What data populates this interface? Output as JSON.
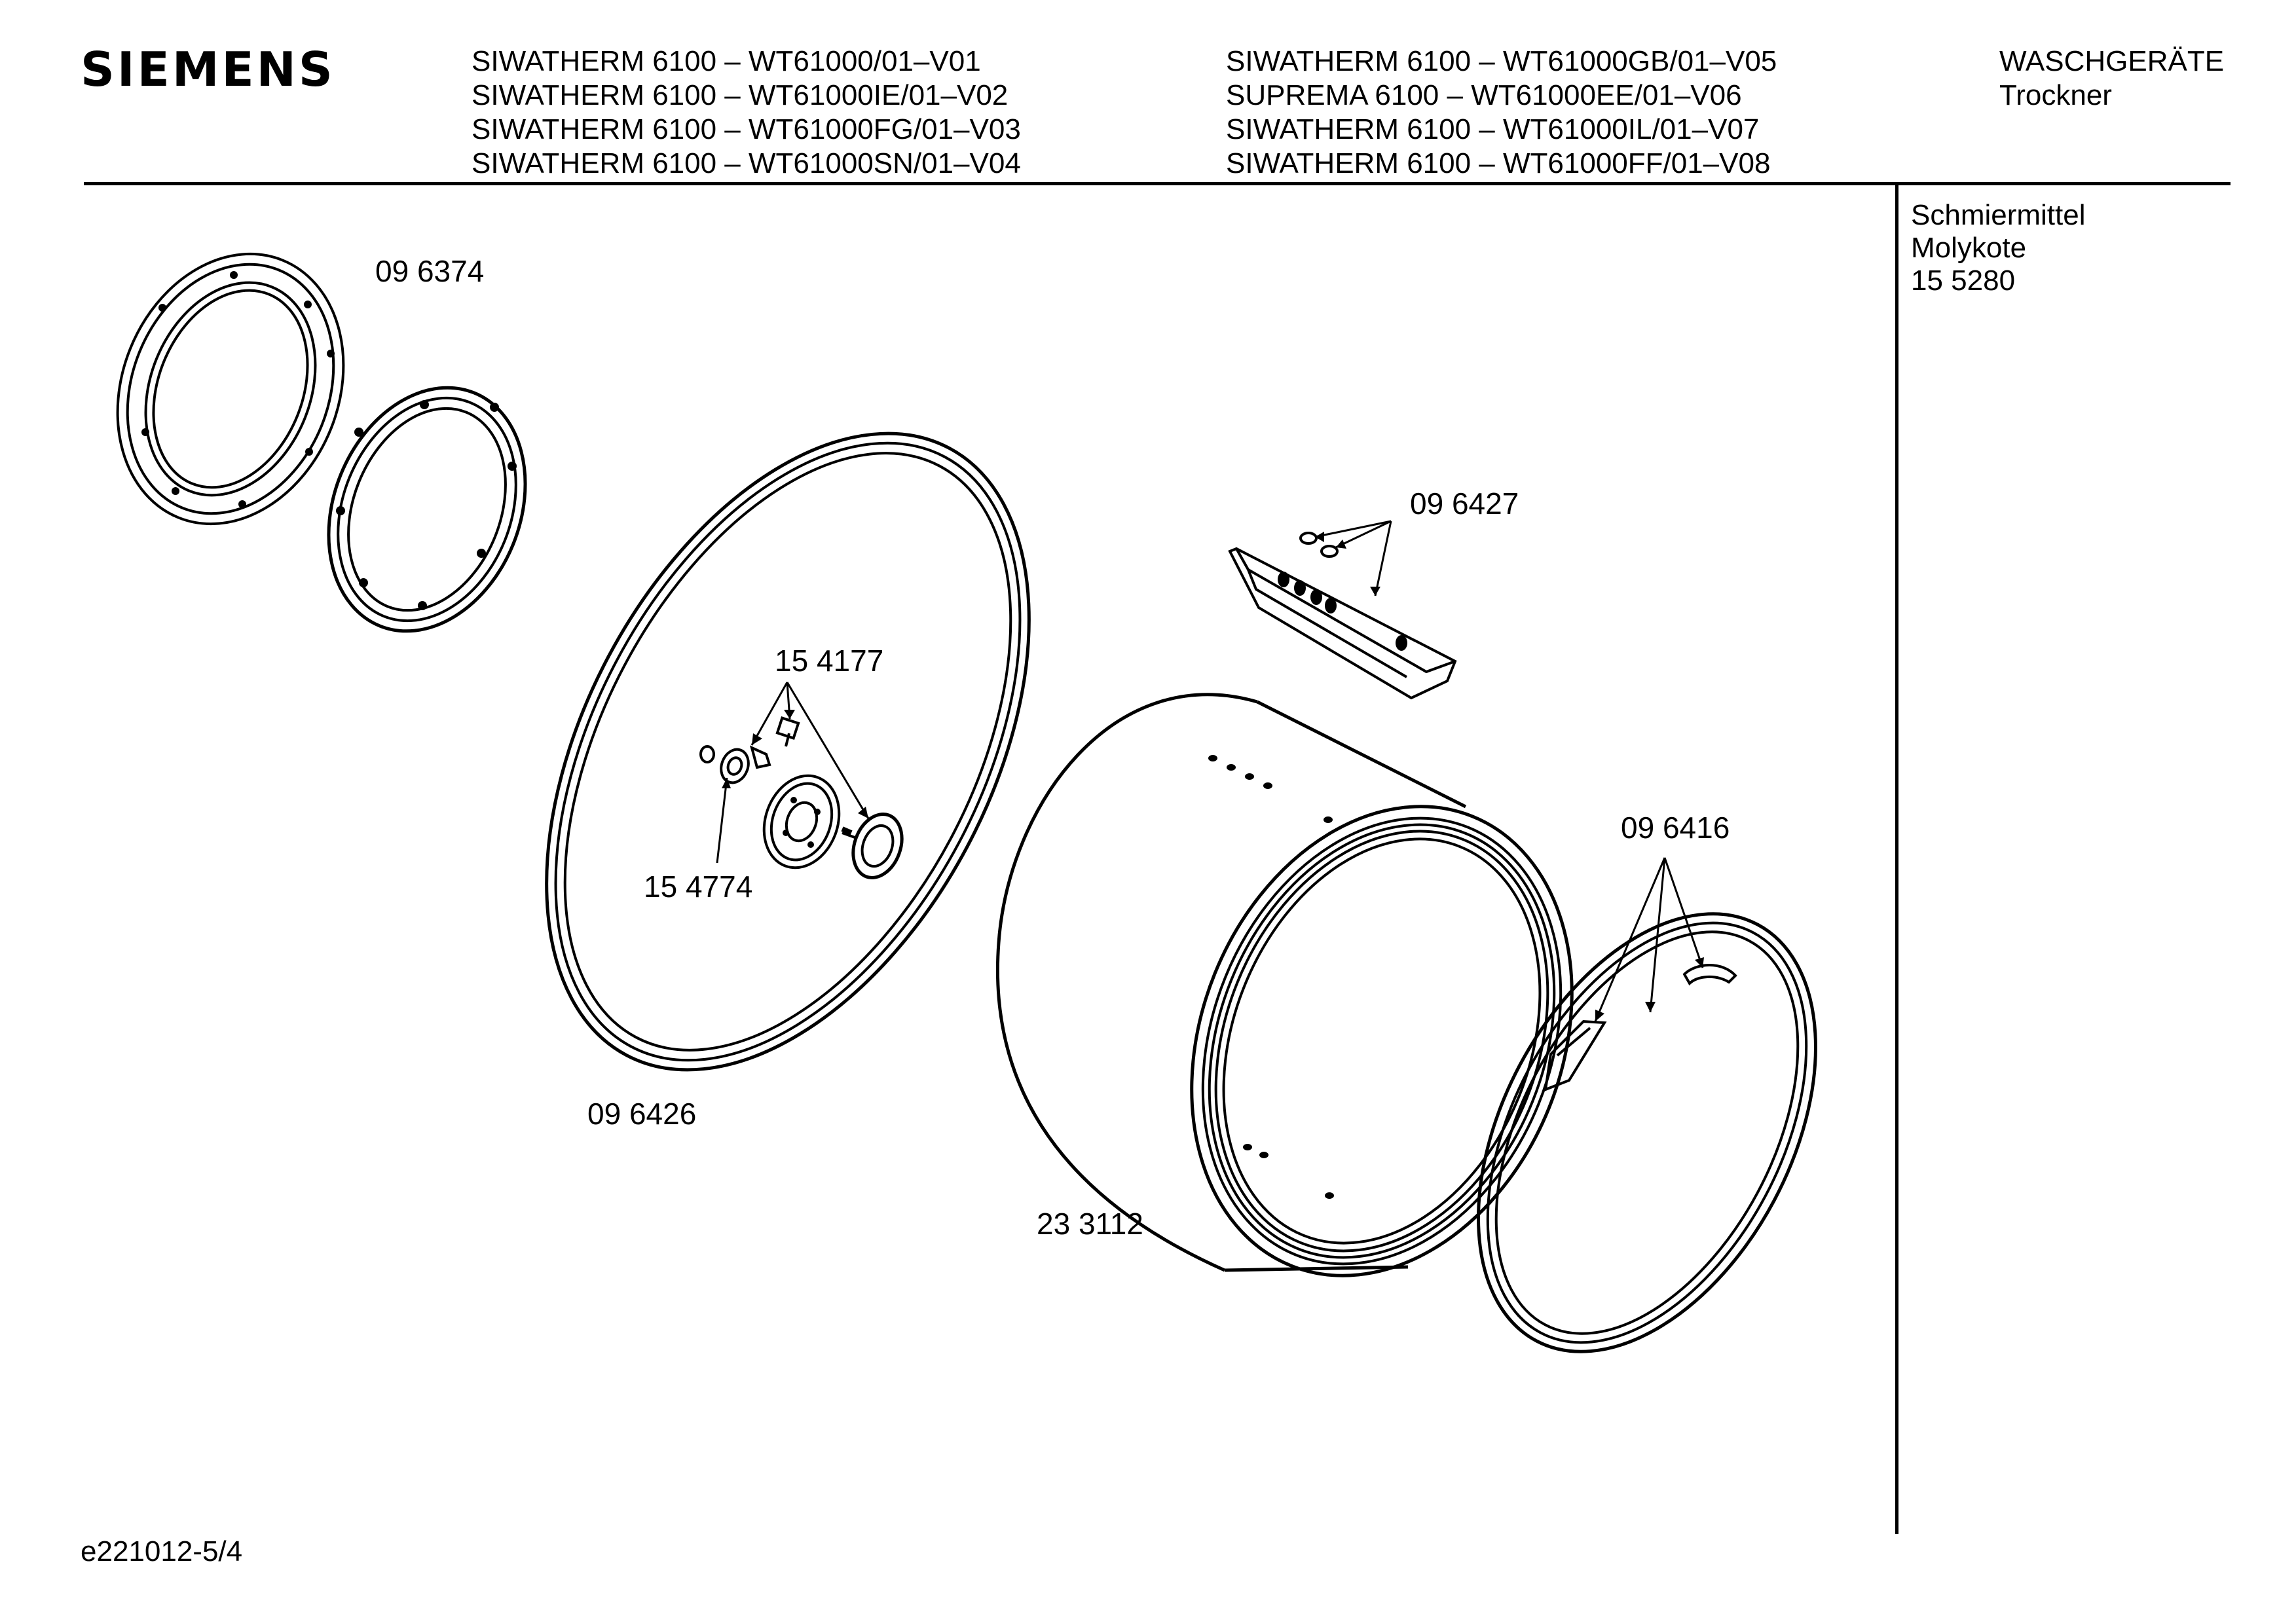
{
  "brand": "SIEMENS",
  "models_left": [
    "SIWATHERM 6100 – WT61000/01–V01",
    "SIWATHERM 6100 – WT61000IE/01–V02",
    "SIWATHERM 6100 – WT61000FG/01–V03",
    "SIWATHERM 6100 – WT61000SN/01–V04"
  ],
  "models_right": [
    "SIWATHERM 6100 – WT61000GB/01–V05",
    "SUPREMA 6100 – WT61000EE/01–V06",
    "SIWATHERM 6100 – WT61000IL/01–V07",
    "SIWATHERM 6100 – WT61000FF/01–V08"
  ],
  "category": [
    "WASCHGERÄTE",
    "Trockner"
  ],
  "notes": [
    "Schmiermittel",
    "Molykote",
    "15 5280"
  ],
  "parts": {
    "p096374": "09 6374",
    "p096427": "09 6427",
    "p154177": "15 4177",
    "p154774": "15 4774",
    "p096426": "09 6426",
    "p096416": "09 6416",
    "p233112": "23 3112"
  },
  "footer": "e221012-5/4"
}
